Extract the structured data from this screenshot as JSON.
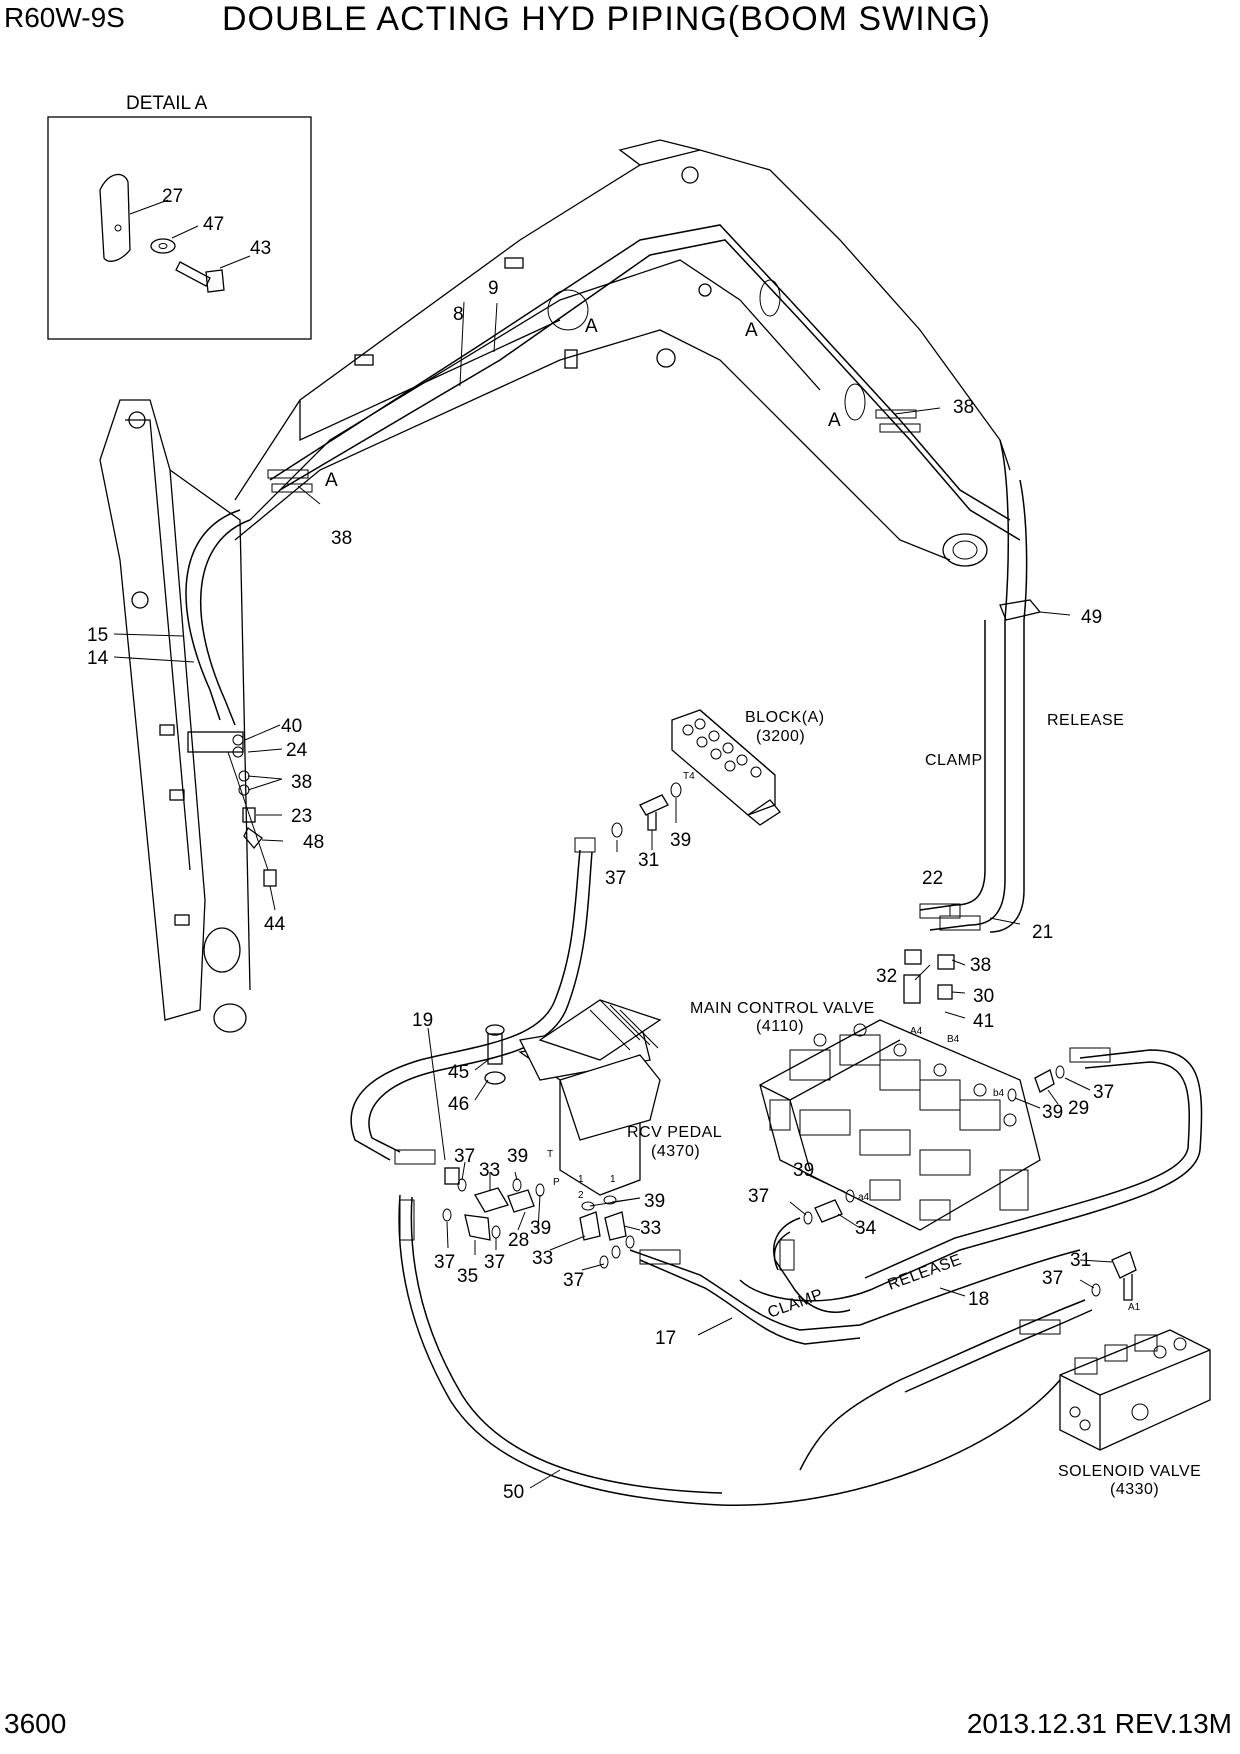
{
  "header": {
    "model": "R60W-9S",
    "title": "DOUBLE ACTING HYD PIPING(BOOM SWING)"
  },
  "footer": {
    "page_number": "3600",
    "revision": "2013.12.31  REV.13M"
  },
  "detail": {
    "label": "DETAIL A",
    "callouts": {
      "c27": "27",
      "c47": "47",
      "c43": "43"
    }
  },
  "view_marks": {
    "a1": "A",
    "a2": "A",
    "a3": "A",
    "a4": "A"
  },
  "components": {
    "block_name": "BLOCK(A)",
    "block_ref": "(3200)",
    "mcv_name": "MAIN CONTROL VALVE",
    "mcv_ref": "(4110)",
    "rcv_name": "RCV PEDAL",
    "rcv_ref": "(4370)",
    "sol_name": "SOLENOID VALVE",
    "sol_ref": "(4330)"
  },
  "hose_labels": {
    "clamp_upper": "CLAMP",
    "release_upper": "RELEASE",
    "clamp_lower": "CLAMP",
    "release_lower": "RELEASE"
  },
  "port_labels": {
    "t4": "T4",
    "a4": "A4",
    "b4": "B4",
    "b4_low": "b4",
    "a4_low": "a4",
    "a1": "A1",
    "t": "T",
    "p": "P",
    "one": "1",
    "two": "2",
    "one_b": "1"
  },
  "callouts": {
    "c8": "8",
    "c9": "9",
    "c38a": "38",
    "c38b": "38",
    "c15": "15",
    "c14": "14",
    "c40": "40",
    "c24": "24",
    "c38c": "38",
    "c23": "23",
    "c48": "48",
    "c44": "44",
    "c49": "49",
    "c37a": "37",
    "c31a": "31",
    "c39a": "39",
    "c22": "22",
    "c21": "21",
    "c32": "32",
    "c38d": "38",
    "c30": "30",
    "c41": "41",
    "c19": "19",
    "c45": "45",
    "c46": "46",
    "c37b": "37",
    "c33a": "33",
    "c39b": "39",
    "c29": "29",
    "c37c": "37",
    "c39c": "39",
    "c39d": "39",
    "c37d": "37",
    "c39e": "39",
    "c34": "34",
    "c28": "28",
    "c39f": "39",
    "c33b": "33",
    "c37e": "37",
    "c35": "35",
    "c37f": "37",
    "c33c": "33",
    "c37g": "37",
    "c31b": "31",
    "c37h": "37",
    "c18": "18",
    "c17": "17",
    "c50": "50"
  }
}
